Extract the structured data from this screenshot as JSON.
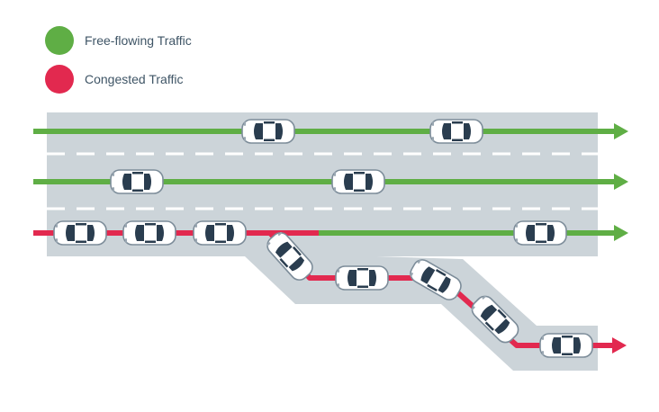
{
  "colors": {
    "free_flowing": "#5fae45",
    "congested": "#e2294f",
    "road": "#ccd4d9",
    "lane_marking": "#ffffff",
    "car_body": "#ffffff",
    "car_outline": "#7c8c99",
    "car_glass": "#2a3d4f"
  },
  "legend": {
    "free_flowing": {
      "label": "Free-flowing Traffic",
      "icon": "green-dot"
    },
    "congested": {
      "label": "Congested Traffic",
      "icon": "red-dot"
    }
  },
  "diagram": {
    "lanes": [
      {
        "name": "lane-1",
        "state": [
          "free-flowing"
        ],
        "cars": 2
      },
      {
        "name": "lane-2",
        "state": [
          "free-flowing"
        ],
        "cars": 2
      },
      {
        "name": "lane-3",
        "state": [
          "congested",
          "free-flowing"
        ],
        "cars": 4
      }
    ],
    "exit_ramp": {
      "state": "congested",
      "cars": 5
    }
  }
}
